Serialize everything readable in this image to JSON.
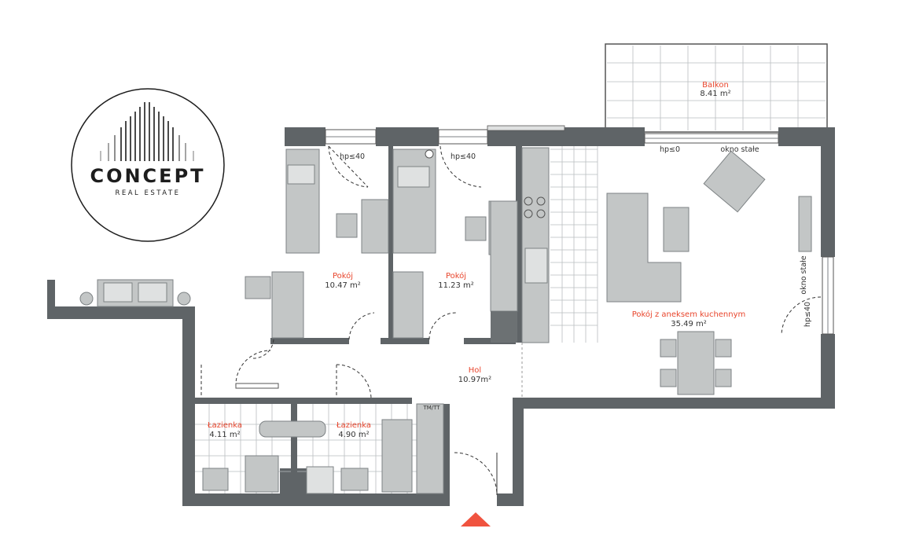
{
  "logo": {
    "title": "CONCEPT",
    "subtitle": "REAL ESTATE"
  },
  "rooms": {
    "balkon": {
      "name": "Balkon",
      "area": "8.41 m²"
    },
    "pokoj1": {
      "name": "Pokój",
      "area": "10.47 m²"
    },
    "pokoj2": {
      "name": "Pokój",
      "area": "11.23 m²"
    },
    "salon": {
      "name": "Pokój z aneksem kuchennym",
      "area": "35.49 m²"
    },
    "hol": {
      "name": "Hol",
      "area": "10.97m²"
    },
    "lazienka1": {
      "name": "Łazienka",
      "area": "4.11 m²"
    },
    "lazienka2": {
      "name": "Łazienka",
      "area": "4.90 m²"
    }
  },
  "notes": {
    "hp40_a": "hp≤40",
    "hp40_b": "hp≤40",
    "hp0": "hp≤0",
    "okno_stale_top": "okno stałe",
    "okno_stale_side": "okno stałe",
    "hp40_side": "hp≤40",
    "tm": "TM/TT"
  },
  "colors": {
    "room_label": "#e8452c",
    "wall": "#5f6467",
    "entrance_marker": "#f0533f"
  },
  "icons": {
    "entrance": "entrance-arrow-icon",
    "logo": "building-logo-icon"
  }
}
